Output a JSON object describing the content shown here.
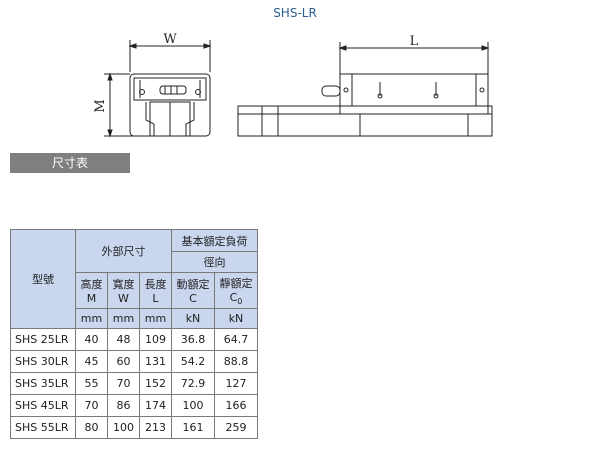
{
  "page": {
    "title": "SHS-LR"
  },
  "drawing": {
    "dim_w": "W",
    "dim_m": "M",
    "dim_l": "L"
  },
  "section": {
    "label": "尺寸表"
  },
  "table": {
    "h_model": "型號",
    "h_outer": "外部尺寸",
    "h_rating": "基本額定負荷",
    "h_radial": "徑向",
    "col_m_1": "高度",
    "col_m_2": "M",
    "col_w_1": "寬度",
    "col_w_2": "W",
    "col_l_1": "長度",
    "col_l_2": "L",
    "col_c_1": "動額定",
    "col_c_2": "C",
    "col_c0_1": "靜額定",
    "col_c0_2": "C",
    "col_c0_sub": "0",
    "units": [
      "mm",
      "mm",
      "mm",
      "kN",
      "kN"
    ],
    "rows": [
      {
        "model": "SHS 25LR",
        "m": "40",
        "w": "48",
        "l": "109",
        "c": "36.8",
        "c0": "64.7"
      },
      {
        "model": "SHS 30LR",
        "m": "45",
        "w": "60",
        "l": "131",
        "c": "54.2",
        "c0": "88.8"
      },
      {
        "model": "SHS 35LR",
        "m": "55",
        "w": "70",
        "l": "152",
        "c": "72.9",
        "c0": "127"
      },
      {
        "model": "SHS 45LR",
        "m": "70",
        "w": "86",
        "l": "174",
        "c": "100",
        "c0": "166"
      },
      {
        "model": "SHS 55LR",
        "m": "80",
        "w": "100",
        "l": "213",
        "c": "161",
        "c0": "259"
      }
    ]
  }
}
